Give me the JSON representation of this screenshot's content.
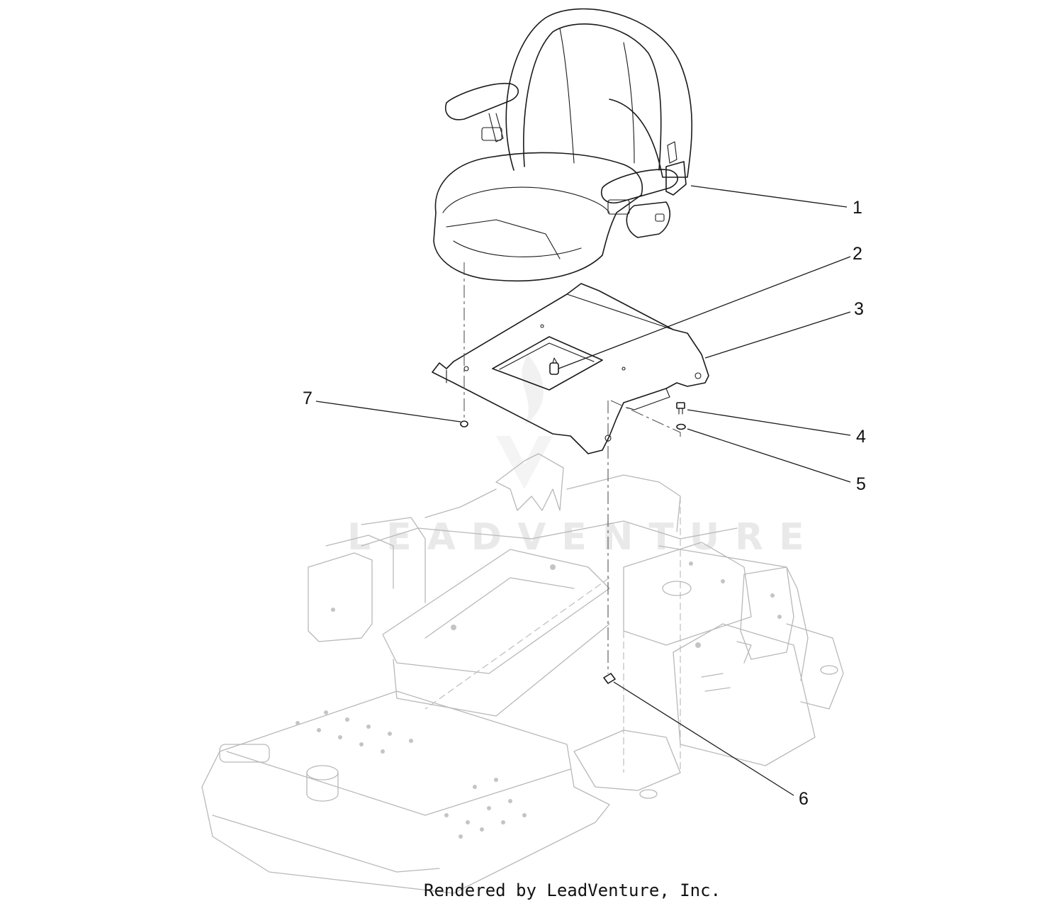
{
  "callouts": [
    {
      "number": "1"
    },
    {
      "number": "2"
    },
    {
      "number": "3"
    },
    {
      "number": "4"
    },
    {
      "number": "5"
    },
    {
      "number": "6"
    },
    {
      "number": "7"
    }
  ],
  "watermark": "LEADVENTURE",
  "footer": "Rendered by LeadVenture, Inc.",
  "colors": {
    "ink": "#1a1a1a",
    "ghost": "#b8b8b8",
    "background": "#ffffff"
  }
}
